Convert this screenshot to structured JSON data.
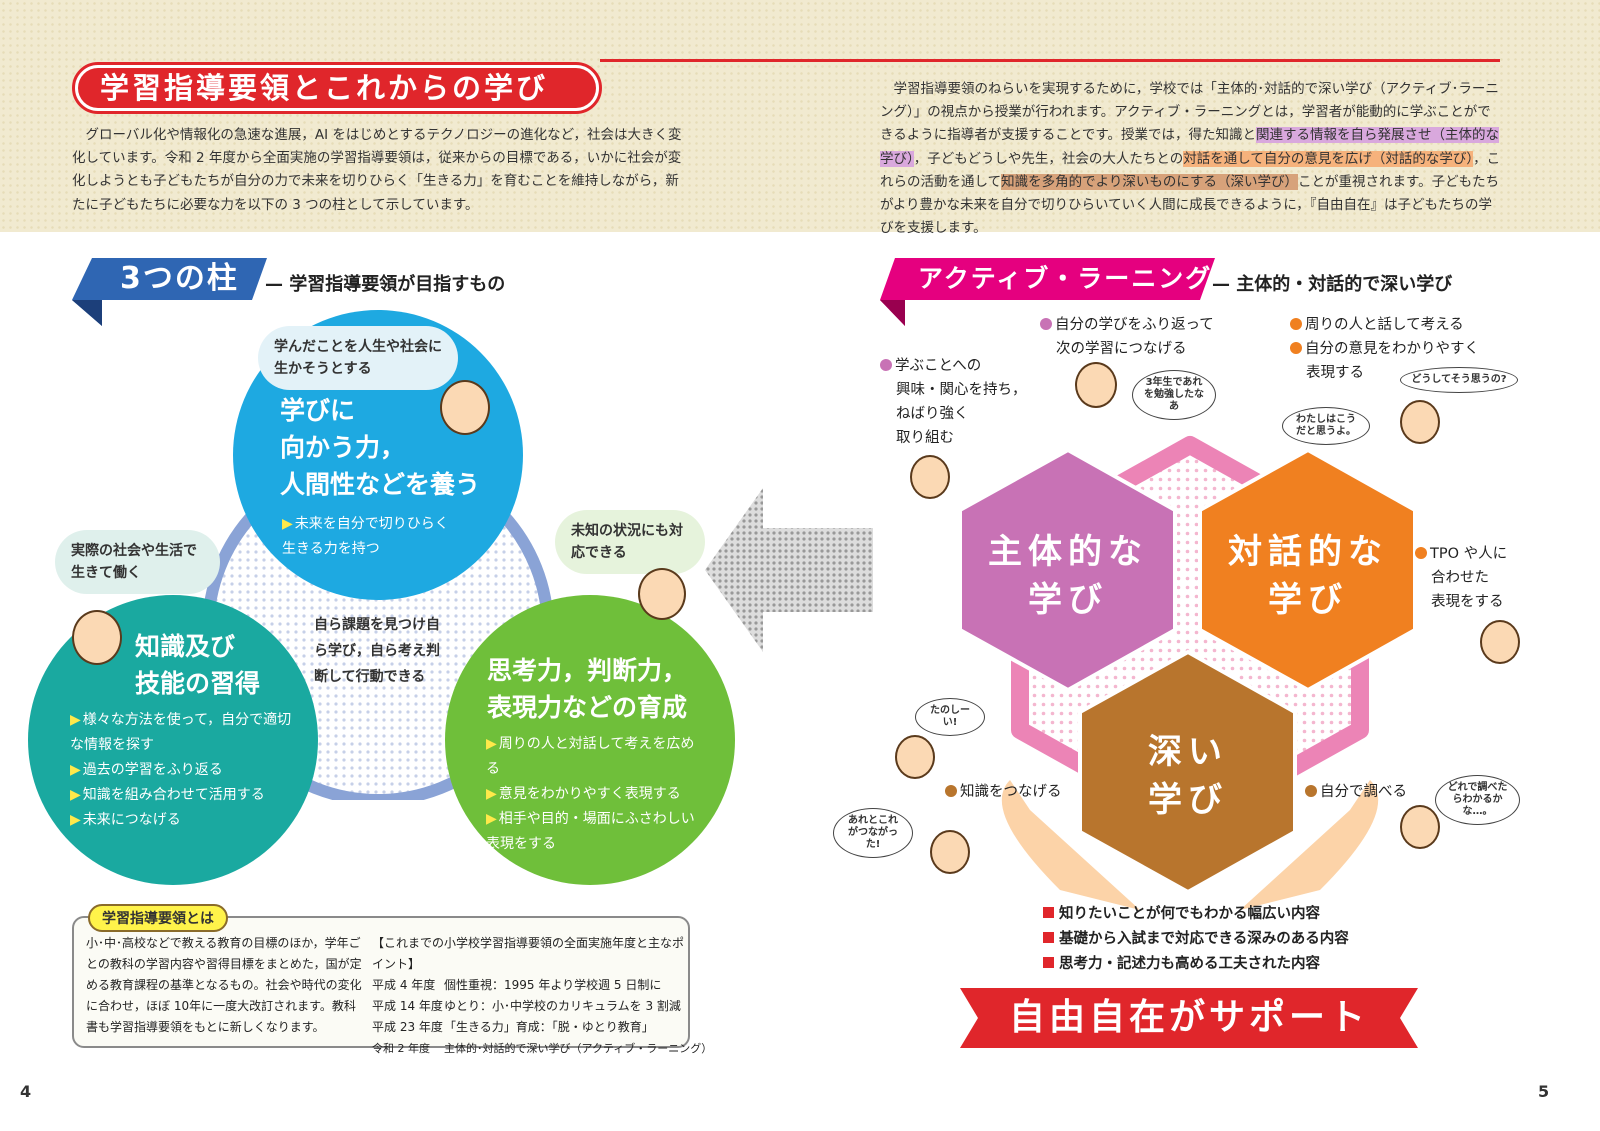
{
  "header": {
    "title": "学習指導要領とこれからの学び",
    "left_paragraph": "グローバル化や情報化の急速な進展，AI をはじめとするテクノロジーの進化など，社会は大きく変化しています。令和 2 年度から全面実施の学習指導要領は，従来からの目標である，いかに社会が変化しようとも子どもたちが自分の力で未来を切りひらく「生きる力」を育むことを維持しながら，新たに子どもたちに必要な力を以下の 3 つの柱として示しています。",
    "right_paragraph": {
      "p1": "学習指導要領のねらいを実現するために，学校では「主体的･対話的で深い学び（アクティブ･ラーニング）」の視点から授業が行われます。アクティブ・ラーニングとは，学習者が能動的に学ぶことができるように指導者が支援することです。授業では，得た知識と",
      "h1": "関連する情報を自ら発展させ（主体的な学び）",
      "p2": "，子どもどうしや先生，社会の大人たちとの",
      "h2": "対話を通して自分の意見を広げ（対話的な学び）",
      "p3": "，これらの活動を通して",
      "h3": "知識を多角的でより深いものにする（深い学び）",
      "p4": "ことが重視されます。子どもたちがより豊かな未来を自分で切りひらいていく人間に成長できるように，『自由自在』は子どもたちの学びを支援します。"
    }
  },
  "pillars": {
    "banner": "3つの柱",
    "subtitle": "— 学習指導要領が目指すもの",
    "top": {
      "bubble": "学んだことを人生や社会に生かそうとする",
      "title": [
        "学びに",
        "向かう力，",
        "人間性などを養う"
      ],
      "bullets": [
        "未来を自分で切りひらく生きる力を持つ"
      ]
    },
    "left": {
      "bubble": "実際の社会や生活で生きて働く",
      "title": [
        "知識及び",
        "技能の習得"
      ],
      "bullets": [
        "様々な方法を使って，自分で適切な情報を探す",
        "過去の学習をふり返る",
        "知識を組み合わせて活用する",
        "未来につなげる"
      ]
    },
    "right": {
      "bubble": "未知の状況にも対応できる",
      "title": [
        "思考力，判断力，",
        "表現力などの育成"
      ],
      "bullets": [
        "周りの人と対話して考えを広める",
        "意見をわかりやすく表現する",
        "相手や目的・場面にふさわしい表現をする"
      ]
    },
    "center": "自ら課題を見つけ自ら学び，自ら考え判断して行動できる"
  },
  "active": {
    "banner": "アクティブ・ラーニング",
    "subtitle": "— 主体的・対話的で深い学び",
    "hex": {
      "a": [
        "主体的な",
        "学び"
      ],
      "b": [
        "対話的な",
        "学び"
      ],
      "c": [
        "深い",
        "学び"
      ]
    },
    "notes": {
      "n1": [
        "学ぶことへの",
        "興味・関心を持ち，",
        "ねばり強く",
        "取り組む"
      ],
      "n2": [
        "自分の学びをふり返って",
        "次の学習につなげる"
      ],
      "n3": [
        "周りの人と話して考える",
        "自分の意見をわかりやすく",
        "表現する"
      ],
      "n4": [
        "TPO や人に",
        "合わせた",
        "表現をする"
      ],
      "n5": "知識をつなげる",
      "n6": "自分で調べる"
    },
    "speech": {
      "s1": "3年生であれを勉強したなあ",
      "s2": "どうしてそう思うの?",
      "s3": "わたしはこうだと思うよ。",
      "s4": "たのしーい!",
      "s5": "あれとこれがつながった!",
      "s6": "どれで調べたらわかるかな…。"
    },
    "features": [
      "知りたいことが何でもわかる幅広い内容",
      "基礎から入試まで対応できる深みのある内容",
      "思考力・記述力も高める工夫された内容"
    ],
    "support_banner": "自由自在がサポート"
  },
  "info_box": {
    "label": "学習指導要領とは",
    "text": "小･中･高校などで教える教育の目標のほか，学年ごとの教科の学習内容や習得目標をまとめた，国が定める教育課程の基準となるもの。社会や時代の変化に合わせ，ほぼ 10年に一度大改訂されます。教科書も学習指導要領をもとに新しくなります。",
    "history_title": "【これまでの小学校学習指導要領の全面実施年度と主なポイント】",
    "history": [
      {
        "year": "平成 4 年度",
        "point": "個性重視：1995 年より学校週 5 日制に"
      },
      {
        "year": "平成 14 年度",
        "point": "ゆとり：小･中学校のカリキュラムを 3 割減"
      },
      {
        "year": "平成 23 年度",
        "point": "「生きる力」育成：「脱・ゆとり教育」"
      },
      {
        "year": "令和 2 年度",
        "point": "主体的･対話的で深い学び（アクティブ・ラーニング）"
      }
    ]
  },
  "page_numbers": {
    "left": "4",
    "right": "5"
  },
  "colors": {
    "red": "#e0262b",
    "blue": "#1ea9e1",
    "teal": "#1aa9a0",
    "green": "#6fbf3a",
    "purple": "#c872b5",
    "orange": "#f08020",
    "brown": "#b8752d",
    "pink": "#e5007f"
  }
}
